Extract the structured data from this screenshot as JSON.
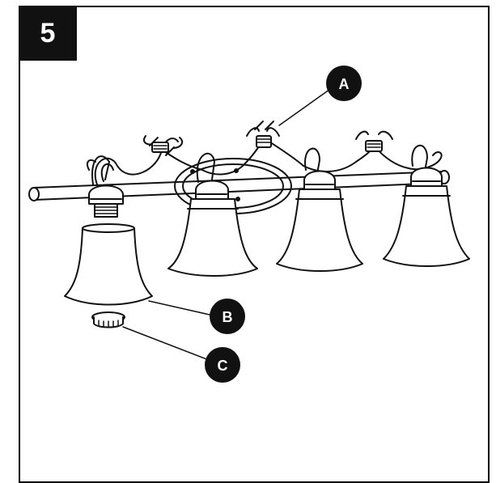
{
  "step": {
    "number": "5"
  },
  "callouts": [
    {
      "id": "A",
      "label": "A"
    },
    {
      "id": "B",
      "label": "B"
    },
    {
      "id": "C",
      "label": "C"
    }
  ],
  "colors": {
    "ink": "#111111",
    "paper": "#ffffff"
  },
  "parts": [
    "fixture-arm",
    "glass-shade",
    "shade-ring"
  ]
}
